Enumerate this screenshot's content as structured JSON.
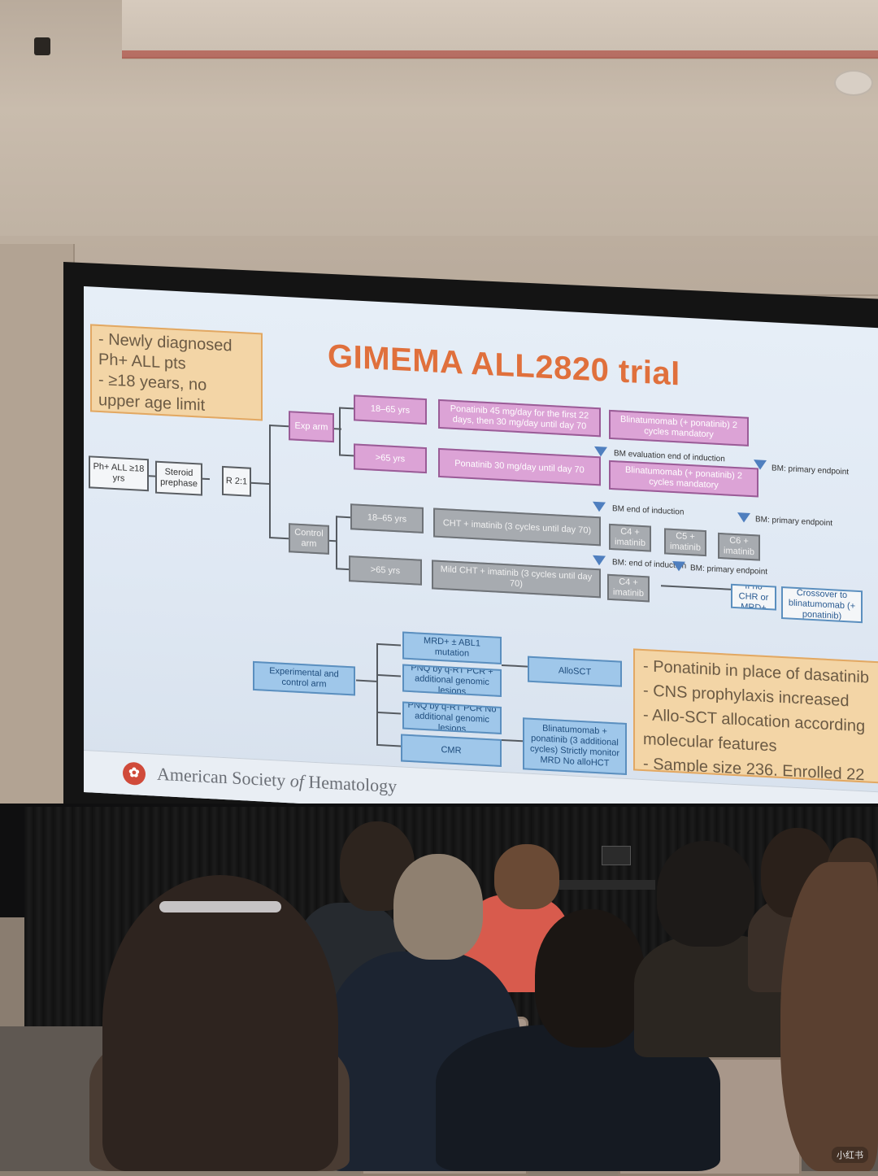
{
  "slide": {
    "title": "GIMEMA ALL2820 trial",
    "note_top_left": [
      "- Newly diagnosed",
      "Ph+ ALL pts",
      "- ≥18 years, no",
      "upper age limit"
    ],
    "note_bottom_right": [
      "- Ponatinib in place of dasatinib",
      "- CNS prophylaxis increased",
      "- Allo-SCT allocation according",
      "molecular features",
      "- Sample size 236. Enrolled 22"
    ],
    "footer": "American Society of Hematology",
    "footer_emphasis": "of",
    "boxes": {
      "ph_all": "Ph+ ALL ≥18 yrs",
      "steroid": "Steroid prephase",
      "randomize": "R 2:1",
      "exp_arm": "Exp arm",
      "control_arm": "Control arm",
      "exp_young": "18–65 yrs",
      "exp_old": ">65 yrs",
      "ctrl_young": "18–65 yrs",
      "ctrl_old": ">65 yrs",
      "pona_45": "Ponatinib 45 mg/day for the first 22 days, then 30 mg/day until day 70",
      "pona_30": "Ponatinib 30 mg/day until day 70",
      "blina_1": "Blinatumomab (+ ponatinib) 2 cycles mandatory",
      "blina_2": "Blinatumomab (+ ponatinib) 2 cycles mandatory",
      "cht_imatinib": "CHT + imatinib (3 cycles until day 70)",
      "mild_cht": "Mild CHT + imatinib (3 cycles until day 70)",
      "c4_a": "C4 + imatinib",
      "c5": "C5 + imatinib",
      "c6": "C6 + imatinib",
      "c4_b": "C4 + imatinib",
      "no_chr": "If no CHR or MRD+",
      "crossover": "Crossover to blinatumomab (+ ponatinib)",
      "exp_ctrl": "Experimental and control arm",
      "mrd_abl1": "MRD+ ± ABL1 mutation",
      "pnq_add": "PNQ by q-RT PCR + additional genomic lesions",
      "pnq_noadd": "PNQ by q-RT PCR No additional genomic lesions",
      "cmr": "CMR",
      "allosct": "AlloSCT",
      "blina_pona": "Blinatumomab + ponatinib (3 additional cycles) Strictly monitor MRD No alloHCT"
    },
    "labels": {
      "bm_eval": "BM evaluation end of induction",
      "bm_primary_1": "BM: primary endpoint",
      "bm_end_induction": "BM end of induction",
      "bm_primary_2": "BM: primary endpoint",
      "bm_end_induction_2": "BM: end of induction",
      "bm_primary_3": "BM: primary endpoint"
    }
  },
  "watermark": "小红书"
}
